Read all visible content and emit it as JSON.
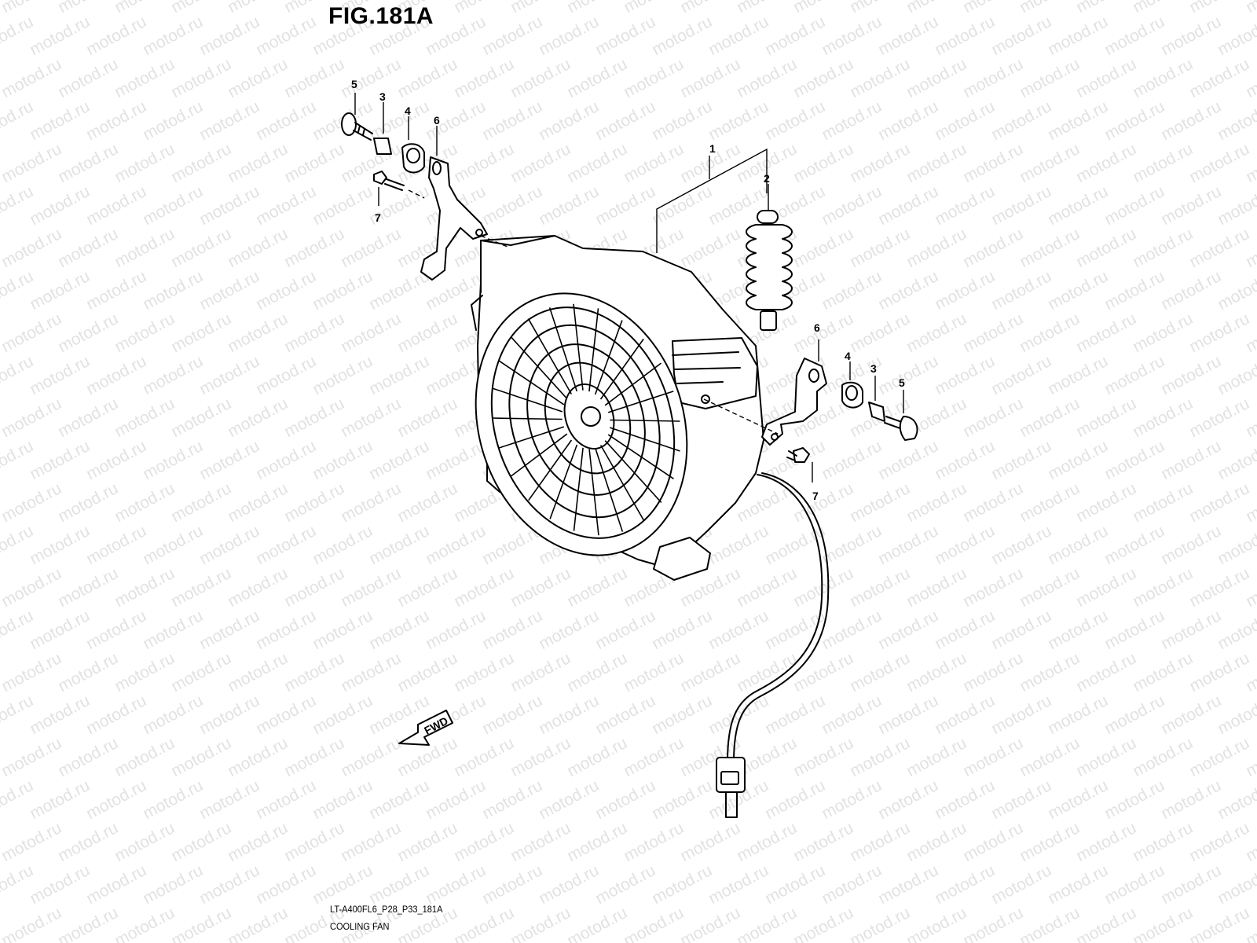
{
  "figure": {
    "title": "FIG.181A",
    "code": "LT-A400FL6_P28_P33_181A",
    "name": "COOLING FAN"
  },
  "watermark_text": "motod.ru",
  "forward_arrow": {
    "label": "FWD"
  },
  "callouts": [
    "1",
    "2",
    "3",
    "4",
    "5",
    "6",
    "7"
  ],
  "colors": {
    "line": "#000000",
    "watermark": "#e2e2e2",
    "background": "#ffffff"
  }
}
